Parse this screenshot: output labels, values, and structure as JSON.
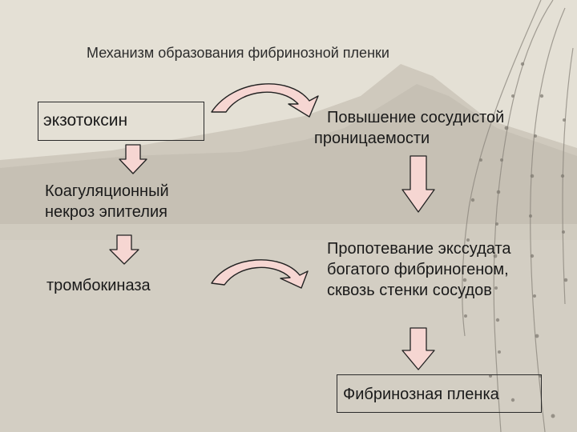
{
  "slide": {
    "title": "Механизм образования фибринозной пленки",
    "nodes": {
      "exotoxin": "экзотоксин",
      "vascular_permeability": "Повышение сосудистой проницаемости",
      "coagulation_necrosis": "Коагуляционный некроз эпителия",
      "thrombokinase": "тромбокиназа",
      "exudation": "Пропотевание экссудата богатого фибриногеном, сквозь стенки сосудов",
      "fibrinous_film": "Фибринозная пленка"
    }
  },
  "colors": {
    "arrow_fill": "#f6d6d2",
    "arrow_stroke": "#222222",
    "background": "#e3dfd4",
    "hills": "#b3ada2"
  }
}
